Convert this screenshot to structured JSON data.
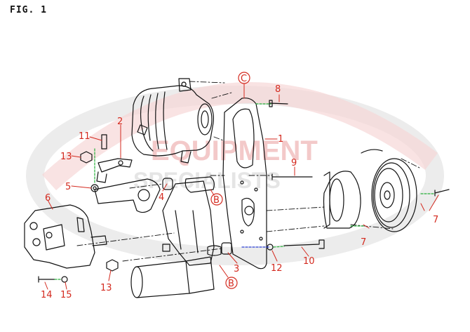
{
  "figure": {
    "title": "FIG. 1"
  },
  "watermark": {
    "line1": "EQUIPMENT",
    "line2": "SPECIALISTS",
    "color": "#f3c9c9",
    "ring_color": "#e9e9e9"
  },
  "colors": {
    "callout": "#d42a1f",
    "line": "#111111",
    "green_leader": "#27b03a",
    "blue_leader": "#2a3fd4"
  },
  "callouts": [
    {
      "id": "c8",
      "label": "8"
    },
    {
      "id": "cC",
      "label": "C",
      "circled": true
    },
    {
      "id": "c1",
      "label": "1"
    },
    {
      "id": "c2",
      "label": "2"
    },
    {
      "id": "c11",
      "label": "11"
    },
    {
      "id": "c13a",
      "label": "13"
    },
    {
      "id": "c9",
      "label": "9"
    },
    {
      "id": "c5",
      "label": "5"
    },
    {
      "id": "c4",
      "label": "4"
    },
    {
      "id": "cB1",
      "label": "B",
      "circled": true
    },
    {
      "id": "c6",
      "label": "6"
    },
    {
      "id": "c7a",
      "label": "7"
    },
    {
      "id": "c7b",
      "label": "7"
    },
    {
      "id": "c3",
      "label": "3"
    },
    {
      "id": "c12",
      "label": "12"
    },
    {
      "id": "c10",
      "label": "10"
    },
    {
      "id": "cB2",
      "label": "B",
      "circled": true
    },
    {
      "id": "c13b",
      "label": "13"
    },
    {
      "id": "c14",
      "label": "14"
    },
    {
      "id": "c15",
      "label": "15"
    }
  ]
}
